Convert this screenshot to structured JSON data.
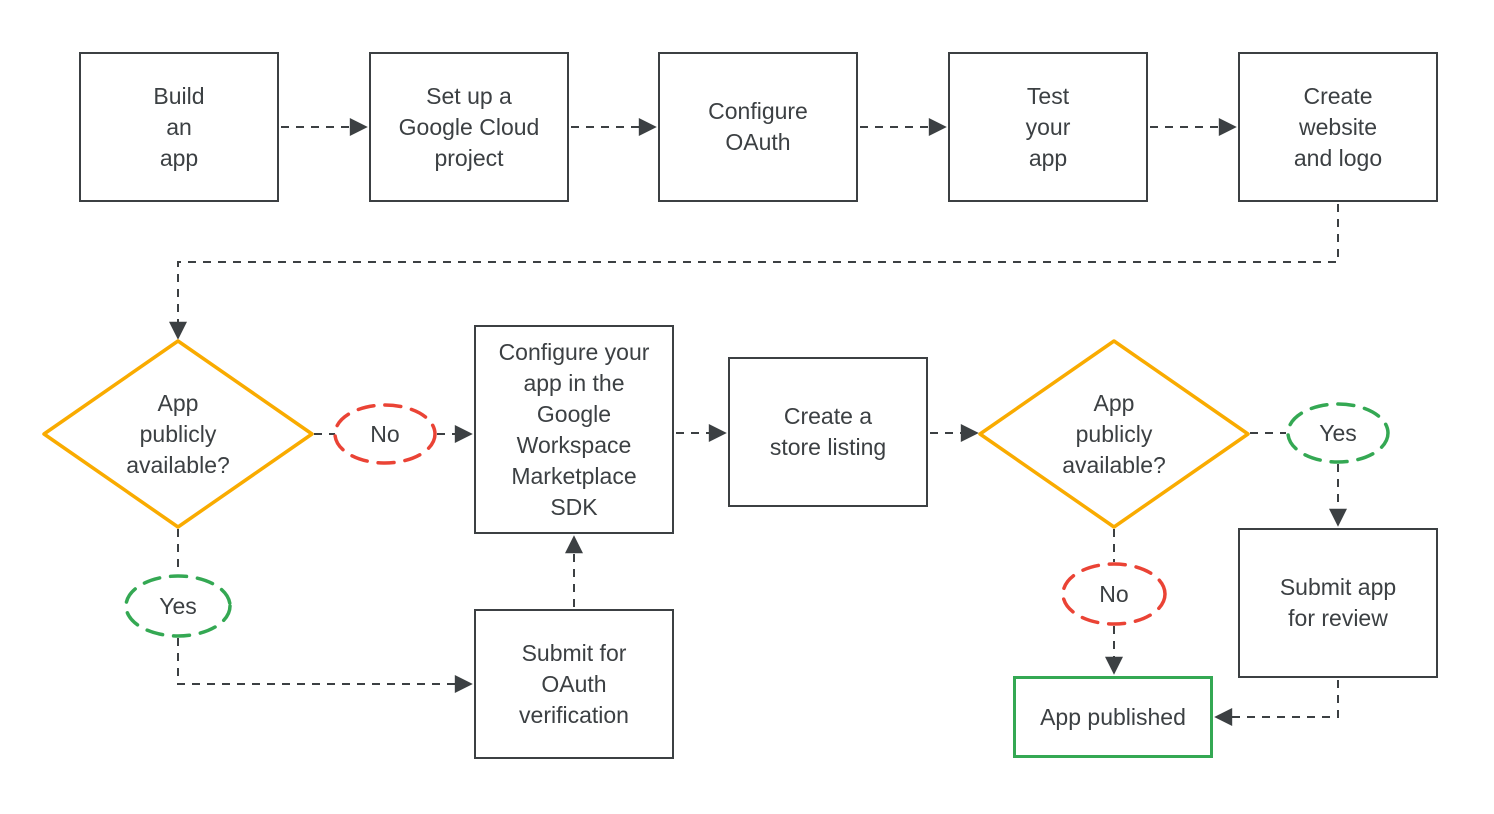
{
  "colors": {
    "line": "#3c4043",
    "text": "#3c4043",
    "box_border": "#3c4043",
    "decision_yellow": "#f9ab00",
    "yes_green": "#34a853",
    "no_red": "#ea4335",
    "published_border": "#34a853",
    "background": "#ffffff"
  },
  "flowchart": {
    "top_row": [
      {
        "label": "Build\nan\napp"
      },
      {
        "label": "Set up a\nGoogle Cloud\nproject"
      },
      {
        "label": "Configure\nOAuth"
      },
      {
        "label": "Test\nyour\napp"
      },
      {
        "label": "Create\nwebsite\nand logo"
      }
    ],
    "decision_left": {
      "label": "App\npublicly\navailable?"
    },
    "decision_right": {
      "label": "App\npublicly\navailable?"
    },
    "branches": {
      "no_left": {
        "label": "No"
      },
      "yes_left": {
        "label": "Yes"
      },
      "yes_right": {
        "label": "Yes"
      },
      "no_right": {
        "label": "No"
      }
    },
    "nodes": {
      "configure_sdk": {
        "label": "Configure your\napp in the\nGoogle\nWorkspace\nMarketplace\nSDK"
      },
      "store_listing": {
        "label": "Create a\nstore listing"
      },
      "submit_oauth": {
        "label": "Submit for\nOAuth\nverification"
      },
      "submit_review": {
        "label": "Submit app\nfor review"
      },
      "app_published": {
        "label": "App published"
      }
    }
  }
}
